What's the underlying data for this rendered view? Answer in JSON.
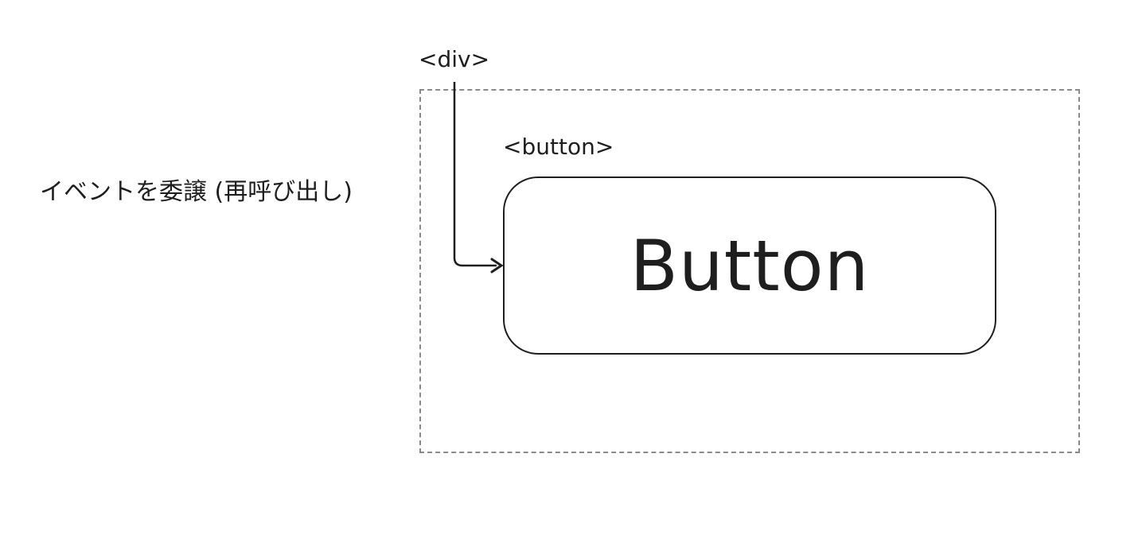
{
  "diagram": {
    "outer_element_tag": "<div>",
    "inner_element_tag": "<button>",
    "button_text": "Button",
    "arrow_label": "イベントを委譲 (再呼び出し)"
  },
  "colors": {
    "ink": "#1e1e1e",
    "dashed_border": "#8a8a8a",
    "background": "#ffffff"
  }
}
